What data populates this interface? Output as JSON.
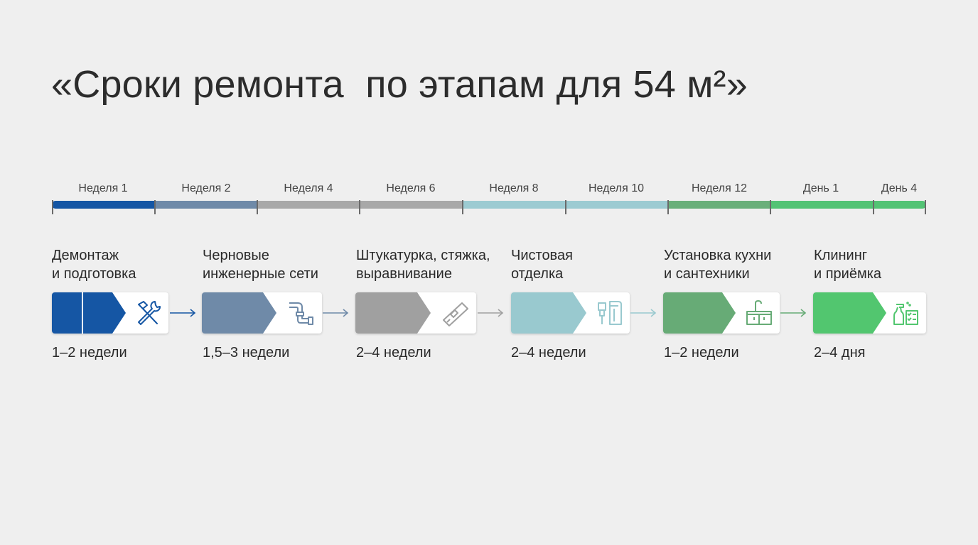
{
  "title": "«Сроки ремонта  по этапам для 54 м²»",
  "timeline": {
    "labels": [
      "Неделя 1",
      "Неделя 2",
      "Неделя 4",
      "Неделя 6",
      "Неделя 8",
      "Неделя 10",
      "Неделя 12",
      "День 1",
      "День 4"
    ],
    "segment_colors": [
      "#1556a4",
      "#6f8aa8",
      "#a8a8a8",
      "#a8a8a8",
      "#9ccbd2",
      "#9ccbd2",
      "#6aaf7a",
      "#52c374",
      "#52c374"
    ]
  },
  "stages": [
    {
      "title_line1": "Демонтаж",
      "title_line2": "и подготовка",
      "duration": "1–2 недели",
      "color": "#1556a4",
      "icon": "hammer-wrench-icon"
    },
    {
      "title_line1": "Черновые",
      "title_line2": "инженерные сети",
      "duration": "1,5–3 недели",
      "color": "#6f8aa8",
      "icon": "pipes-icon"
    },
    {
      "title_line1": "Штукатурка, стяжка,",
      "title_line2": "выравнивание",
      "duration": "2–4 недели",
      "color": "#a0a0a0",
      "icon": "trowel-icon"
    },
    {
      "title_line1": "Чистовая",
      "title_line2": "отделка",
      "duration": "2–4 недели",
      "color": "#99c9cf",
      "icon": "paint-roll-icon"
    },
    {
      "title_line1": "Установка кухни",
      "title_line2": "и сантехники",
      "duration": "1–2 недели",
      "color": "#67ab76",
      "icon": "kitchen-sink-icon"
    },
    {
      "title_line1": "Клининг",
      "title_line2": "и приёмка",
      "duration": "2–4 дня",
      "color": "#52c66f",
      "icon": "spray-checklist-icon"
    }
  ]
}
